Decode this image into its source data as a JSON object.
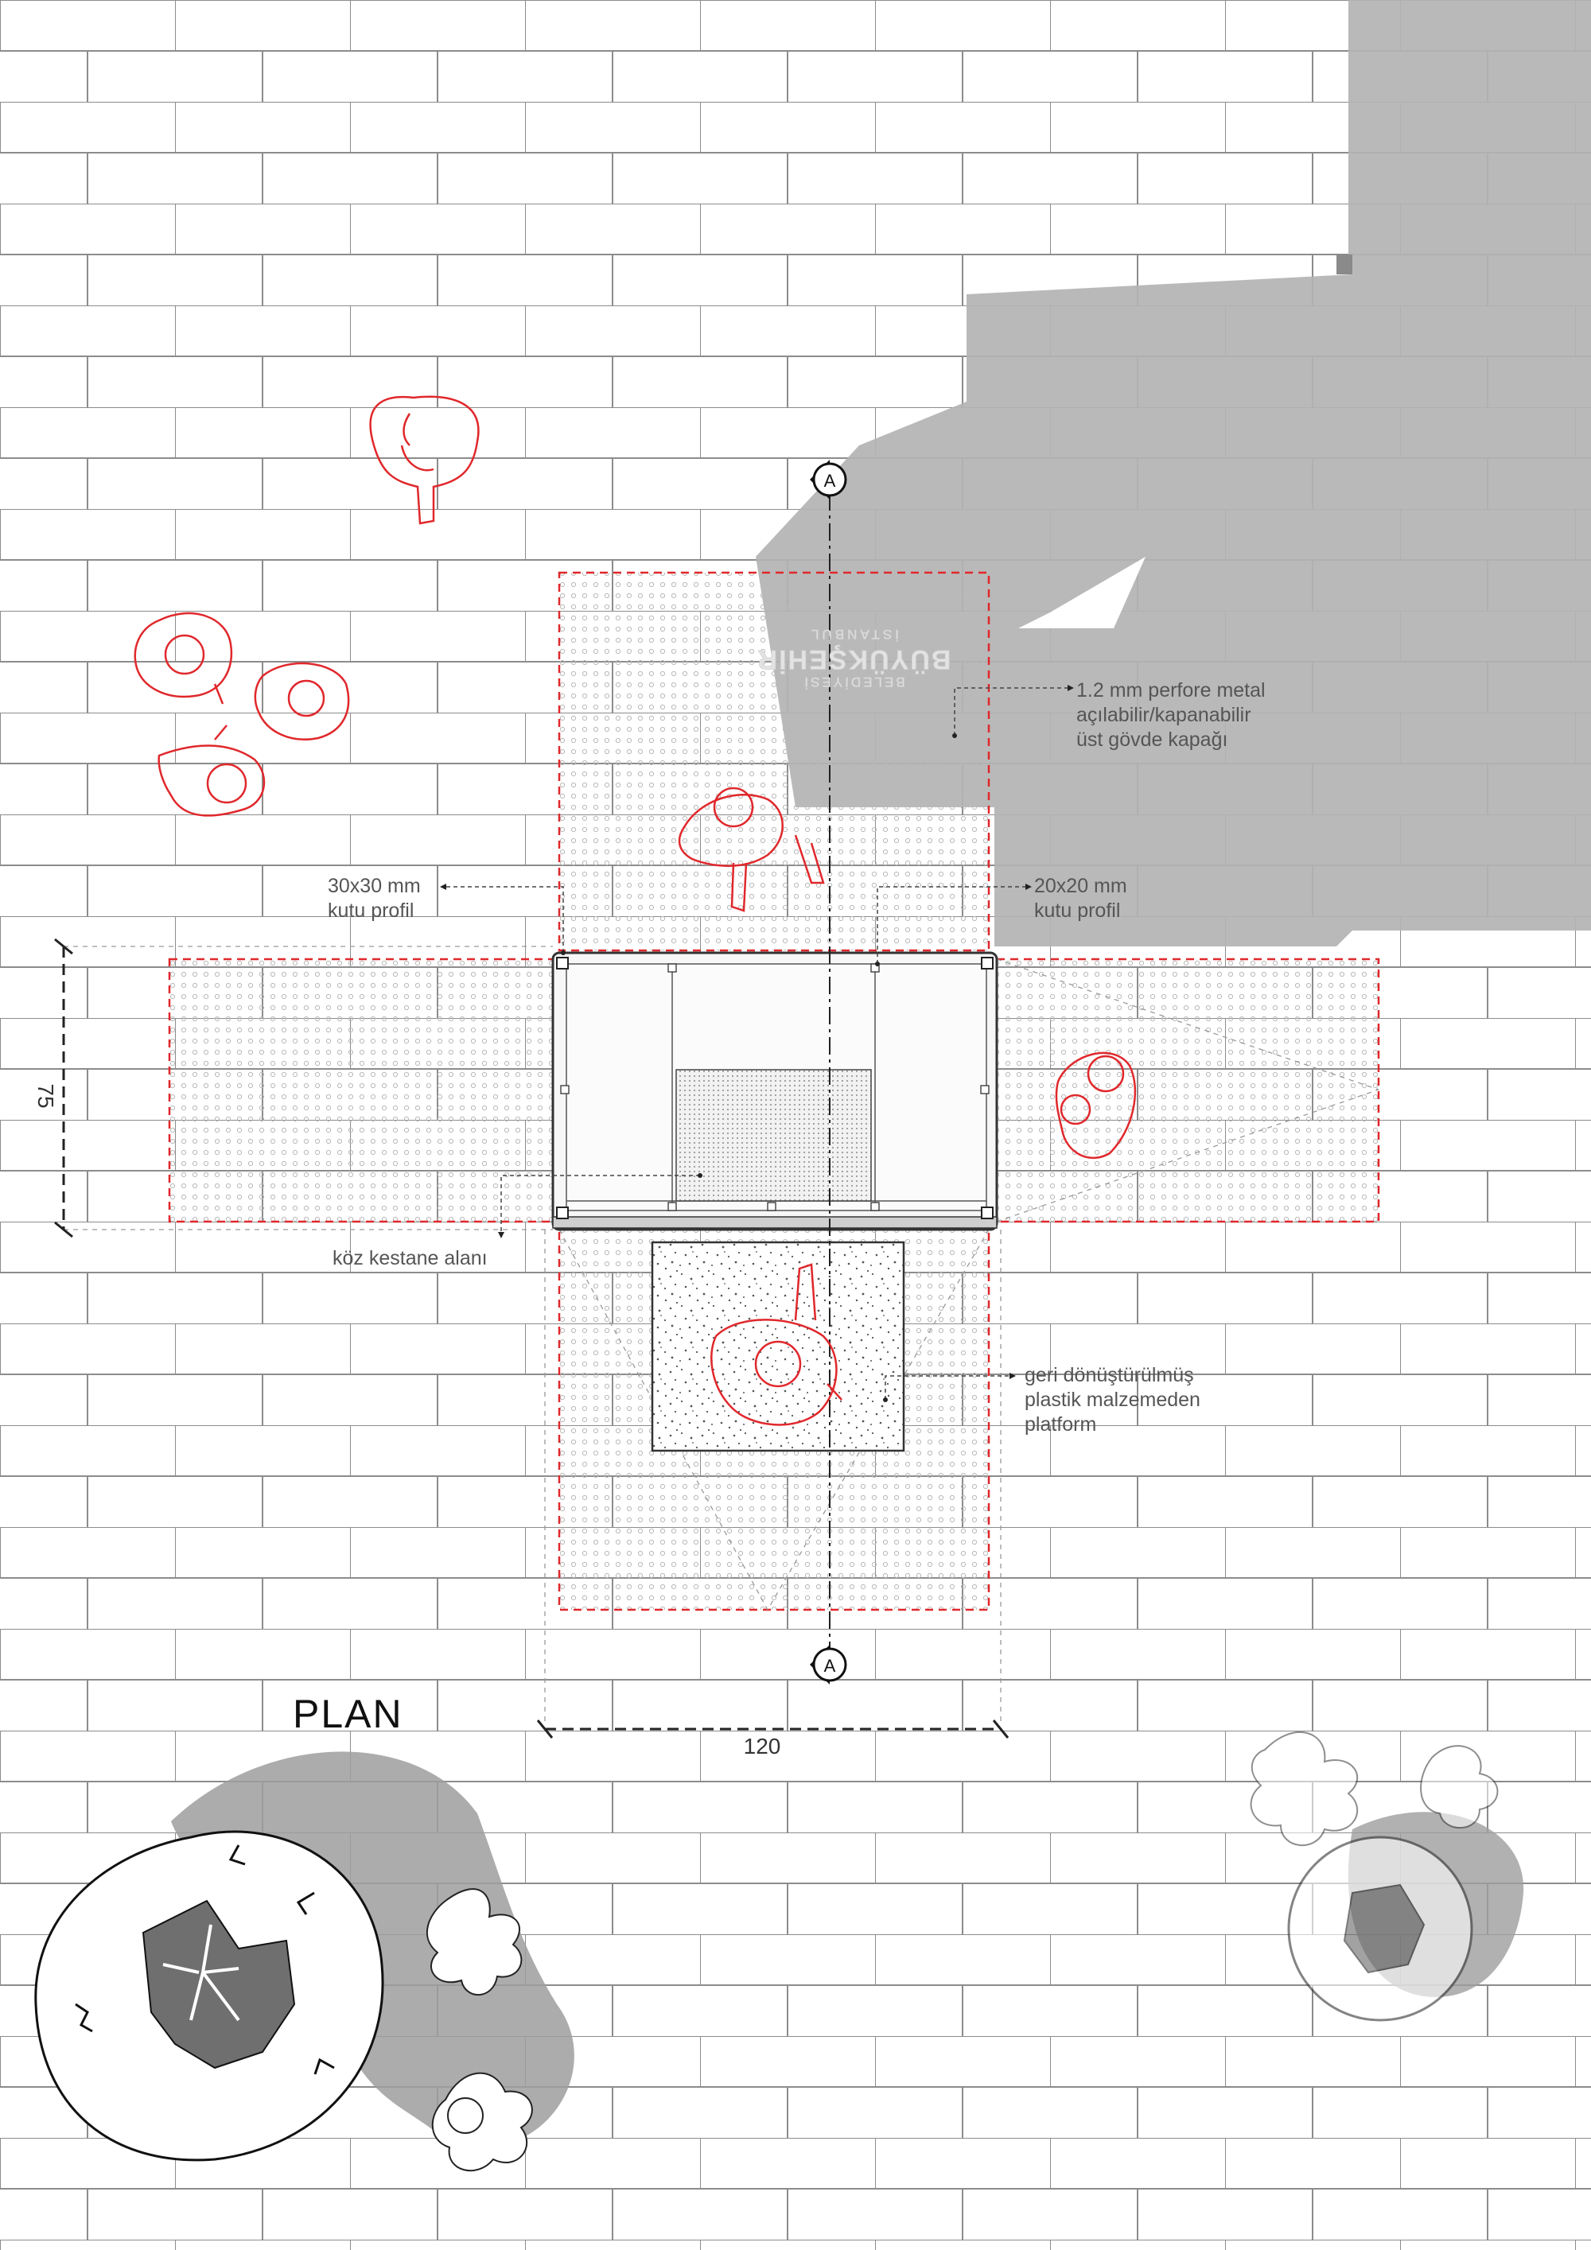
{
  "title": "PLAN",
  "dimensions": {
    "width_label": "120",
    "depth_label": "75"
  },
  "section_marks": {
    "top": "A",
    "bottom": "A"
  },
  "stencil_text": [
    "BELEDİYESİ",
    "BÜYÜKŞEHİR",
    "İSTANBUL"
  ],
  "annotations": {
    "perforated_lid": [
      "1.2 mm perfore metal",
      "açılabilir/kapanabilir",
      "üst gövde kapağı"
    ],
    "profile_30": [
      "30x30 mm",
      "kutu profil"
    ],
    "profile_20": [
      "20x20 mm",
      "kutu profil"
    ],
    "roast_area": [
      "köz kestane alanı"
    ],
    "platform": [
      "geri dönüştürülmüş",
      "plastik malzemeden",
      "platform"
    ]
  },
  "colors": {
    "accent_red": "#e0282c",
    "shadow": "#b3b3b3",
    "brick_line": "#8c8c8c",
    "ink": "#333333"
  },
  "icons": {
    "people": [
      "person-icon",
      "person-icon",
      "person-icon",
      "person-icon",
      "person-icon",
      "person-icon",
      "person-icon"
    ],
    "trees": [
      "tree-icon",
      "tree-icon"
    ],
    "plants": [
      "plant-icon",
      "plant-icon"
    ]
  }
}
